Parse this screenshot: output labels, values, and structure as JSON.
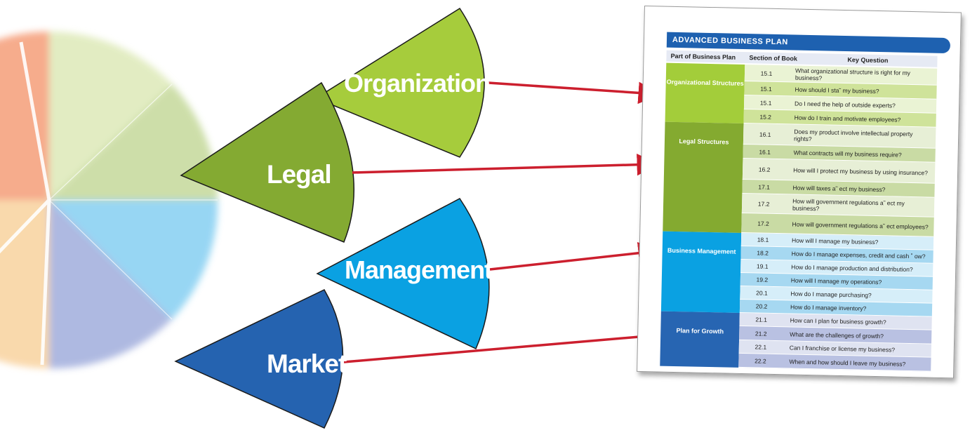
{
  "wheel": {
    "colors": [
      "#f6a583",
      "#f8c7a3",
      "#f9d6a6",
      "#e0ebbd",
      "#c9dca2",
      "#8fd3f3",
      "#a8b4df"
    ]
  },
  "pointers": [
    {
      "label": "Organization",
      "color": "#a6cc3c"
    },
    {
      "label": "Legal",
      "color": "#84aa32"
    },
    {
      "label": "Management",
      "color": "#0aa1e2"
    },
    {
      "label": "Market",
      "color": "#2563b0"
    }
  ],
  "arrow_color": "#cc1f2e",
  "plan": {
    "title": "ADVANCED BUSINESS PLAN",
    "col_part": "Part of Business Plan",
    "col_section": "Section of Book",
    "col_question": "Key Question",
    "groups": [
      {
        "name": "Organizational Structures",
        "color": "#a3cd3a",
        "shade_a": "#eaf3d4",
        "shade_b": "#cfe39a",
        "rows": [
          {
            "section": "15.1",
            "question": "What organizational structure is right for my business?"
          },
          {
            "section": "15.1",
            "question": "How should I sta˜ my business?"
          },
          {
            "section": "15.1",
            "question": "Do I need the help of outside experts?"
          },
          {
            "section": "15.2",
            "question": "How do I train and motivate employees?"
          }
        ]
      },
      {
        "name": "Legal Structures",
        "color": "#84aa30",
        "shade_a": "#e7efd6",
        "shade_b": "#c9dba4",
        "rows": [
          {
            "section": "16.1",
            "question": "Does my product involve intellectual property rights?"
          },
          {
            "section": "16.1",
            "question": "What contracts will my business require?"
          },
          {
            "section": "16.2",
            "question": "How will I protect my business by using insurance?"
          },
          {
            "section": "17.1",
            "question": "How will taxes a˜ ect my business?"
          },
          {
            "section": "17.2",
            "question": "How will government regulations a˜ ect my business?"
          },
          {
            "section": "17.2",
            "question": "How will government regulations a˜ ect employees?"
          }
        ]
      },
      {
        "name": "Business Management",
        "color": "#0aa1e2",
        "shade_a": "#d6eef9",
        "shade_b": "#a6d8f1",
        "rows": [
          {
            "section": "18.1",
            "question": "How will I manage my business?"
          },
          {
            "section": "18.2",
            "question": "How do I manage expenses, credit and cash ˚ ow?"
          },
          {
            "section": "19.1",
            "question": "How do I manage production and distribution?"
          },
          {
            "section": "19.2",
            "question": "How will I manage my operations?"
          },
          {
            "section": "20.1",
            "question": "How do I manage purchasing?"
          },
          {
            "section": "20.2",
            "question": "How do I manage inventory?"
          }
        ]
      },
      {
        "name": "Plan for Growth",
        "color": "#2765b2",
        "shade_a": "#dfe3f1",
        "shade_b": "#b9c1e2",
        "rows": [
          {
            "section": "21.1",
            "question": "How can I plan for business growth?"
          },
          {
            "section": "21.2",
            "question": "What are the challenges of growth?"
          },
          {
            "section": "22.1",
            "question": "Can I franchise or license my business?"
          },
          {
            "section": "22.2",
            "question": "When and how should I leave my business?"
          }
        ]
      }
    ]
  }
}
